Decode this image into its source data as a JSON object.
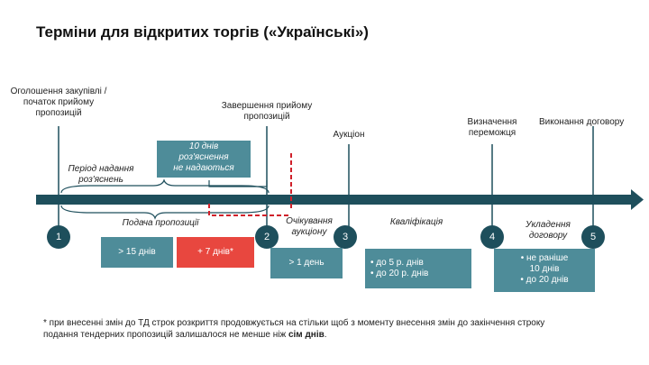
{
  "title": "Терміни для відкритих торгів («Українські»)",
  "milestones": {
    "announcement": [
      "Оголошення закупівлі /",
      "початок прийому",
      "пропозицій"
    ],
    "end_acceptance": [
      "Завершення прийому",
      "пропозицій"
    ],
    "auction": "Аукціон",
    "winner": [
      "Визначення",
      "переможця"
    ],
    "contract_execution": "Виконання договору"
  },
  "phases": {
    "clarification_period": [
      "Період надання",
      "роз'яснень"
    ],
    "no_clarifications": [
      "10 днів",
      "роз'яснення",
      "не надаються"
    ],
    "proposal_submission": "Подача пропозиції",
    "waiting_auction": [
      "Очікування",
      "аукціону"
    ],
    "qualification": "Кваліфікація",
    "contract_signing": [
      "Укладення",
      "договору"
    ]
  },
  "boxes": {
    "submission_min": "> 15 днів",
    "extension": "+ 7 днів*",
    "waiting_min": "> 1 день",
    "qualification_terms": [
      "• до 5 р. днів",
      "• до 20 р. днів"
    ],
    "contract_terms": [
      "• не раніше",
      "10 днів",
      "• до 20 днів"
    ]
  },
  "step_numbers": [
    "1",
    "2",
    "3",
    "4",
    "5"
  ],
  "footnote": {
    "line1": "* при внесенні змін до ТД строк розкриття продовжується на стільки щоб з моменту внесення змін до закінчення строку",
    "line2_prefix": "подання тендерних пропозицій залишалося не менше ніж ",
    "line2_bold": "сім днів",
    "line2_suffix": "."
  },
  "colors": {
    "timeline": "#1e4f5c",
    "box": "#4e8c99",
    "extension": "#e8473f",
    "dashed_marker": "#d0202a",
    "circle": "#1e4f5c"
  }
}
